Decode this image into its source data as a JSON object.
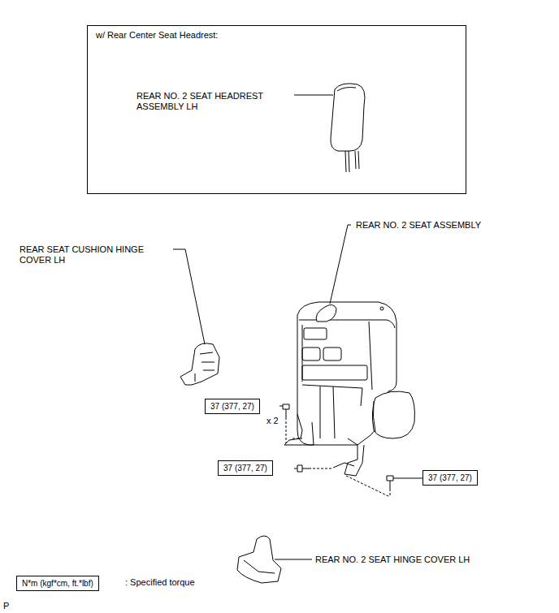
{
  "diagram": {
    "nodes": [
      {
        "text": [
          "w/ Rear Center Seat Headrest:",
          "REAR NO. 2 SEAT HEADREST ASSEMBLY LH"
        ]
      },
      {
        "text": [
          "37 (377, 27)"
        ]
      },
      {
        "text": [
          "37 (377, 27)"
        ]
      },
      {
        "text": [
          "37 (377, 27)"
        ]
      },
      {
        "text": [
          "N*m (kgf*cm, ft.*lbf)"
        ]
      }
    ],
    "labels": [
      "REAR NO. 2 SEAT ASSEMBLY",
      "REAR SEAT CUSHION HINGE COVER LH",
      "x 2",
      "REAR NO. 2 SEAT HINGE COVER LH",
      ": Specified torque",
      "P"
    ]
  }
}
